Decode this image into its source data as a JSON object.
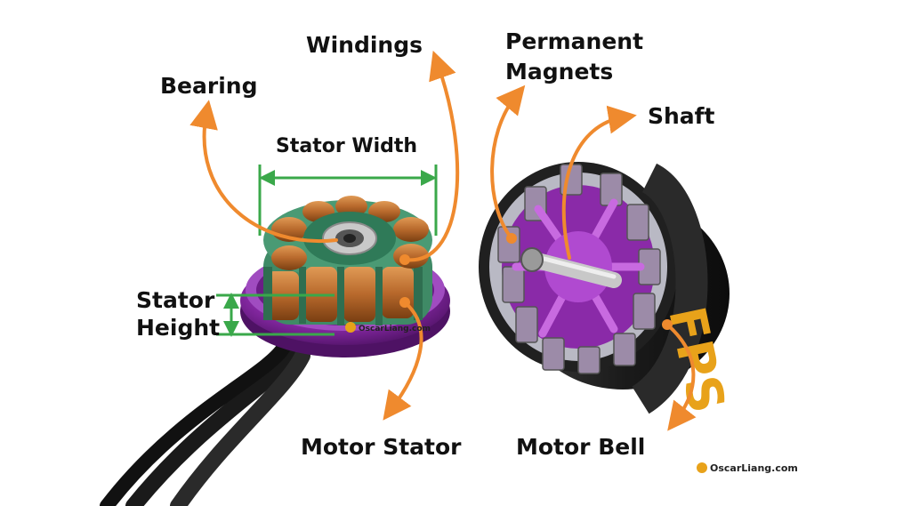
{
  "labels": {
    "windings": "Windings",
    "bearing": "Bearing",
    "permanent_magnets_line1": "Permanent",
    "permanent_magnets_line2": "Magnets",
    "shaft": "Shaft",
    "stator_width": "Stator Width",
    "stator_height_line1": "Stator",
    "stator_height_line2": "Height",
    "motor_stator": "Motor Stator",
    "motor_bell": "Motor Bell"
  },
  "watermarks": {
    "small": "OscarLiang.com",
    "large": "OscarLiang.com"
  },
  "bell_lettering": "FPS",
  "colors": {
    "arrow": "#ef8a2e",
    "dimension": "#3aa84a",
    "stator_copper": "#b8692c",
    "stator_green": "#3f8a66",
    "purple": "#8a2aa8",
    "bell_black": "#1b1b1b",
    "label_text": "#111111"
  },
  "icons": [
    "orange-arrow",
    "green-dimension-arrow",
    "logo-badge"
  ]
}
